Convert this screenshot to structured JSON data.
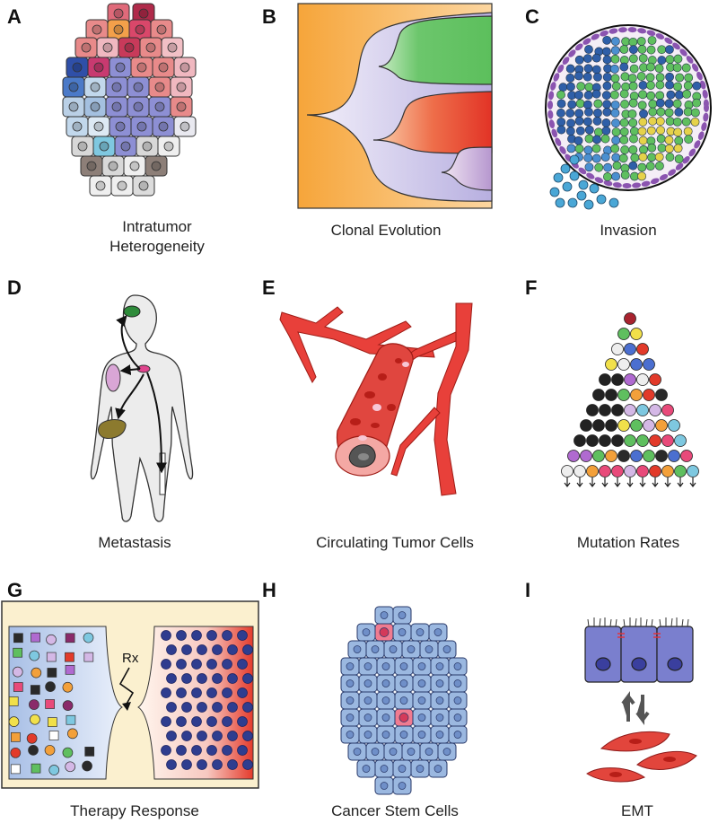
{
  "panels": {
    "a": {
      "letter": "A",
      "caption_line1": "Intratumor",
      "caption_line2": "Heterogeneity"
    },
    "b": {
      "letter": "B",
      "caption": "Clonal Evolution"
    },
    "c": {
      "letter": "C",
      "caption": "Invasion"
    },
    "d": {
      "letter": "D",
      "caption": "Metastasis"
    },
    "e": {
      "letter": "E",
      "caption": "Circulating Tumor Cells"
    },
    "f": {
      "letter": "F",
      "caption": "Mutation Rates"
    },
    "g": {
      "letter": "G",
      "caption": "Therapy Response",
      "rx_label": "Rx"
    },
    "h": {
      "letter": "H",
      "caption": "Cancer Stem Cells"
    },
    "i": {
      "letter": "I",
      "caption": "EMT"
    }
  },
  "colors": {
    "clone_green": "#5fbf5f",
    "clone_red": "#e23a2a",
    "clone_purple": "#b89ad3",
    "clone_orange": "#f6a83a",
    "blue_cell": "#8fa8d8",
    "tumor_blue": "#2f3d8f",
    "vessel_red": "#e8403a",
    "stem_pink": "#f07b90"
  }
}
